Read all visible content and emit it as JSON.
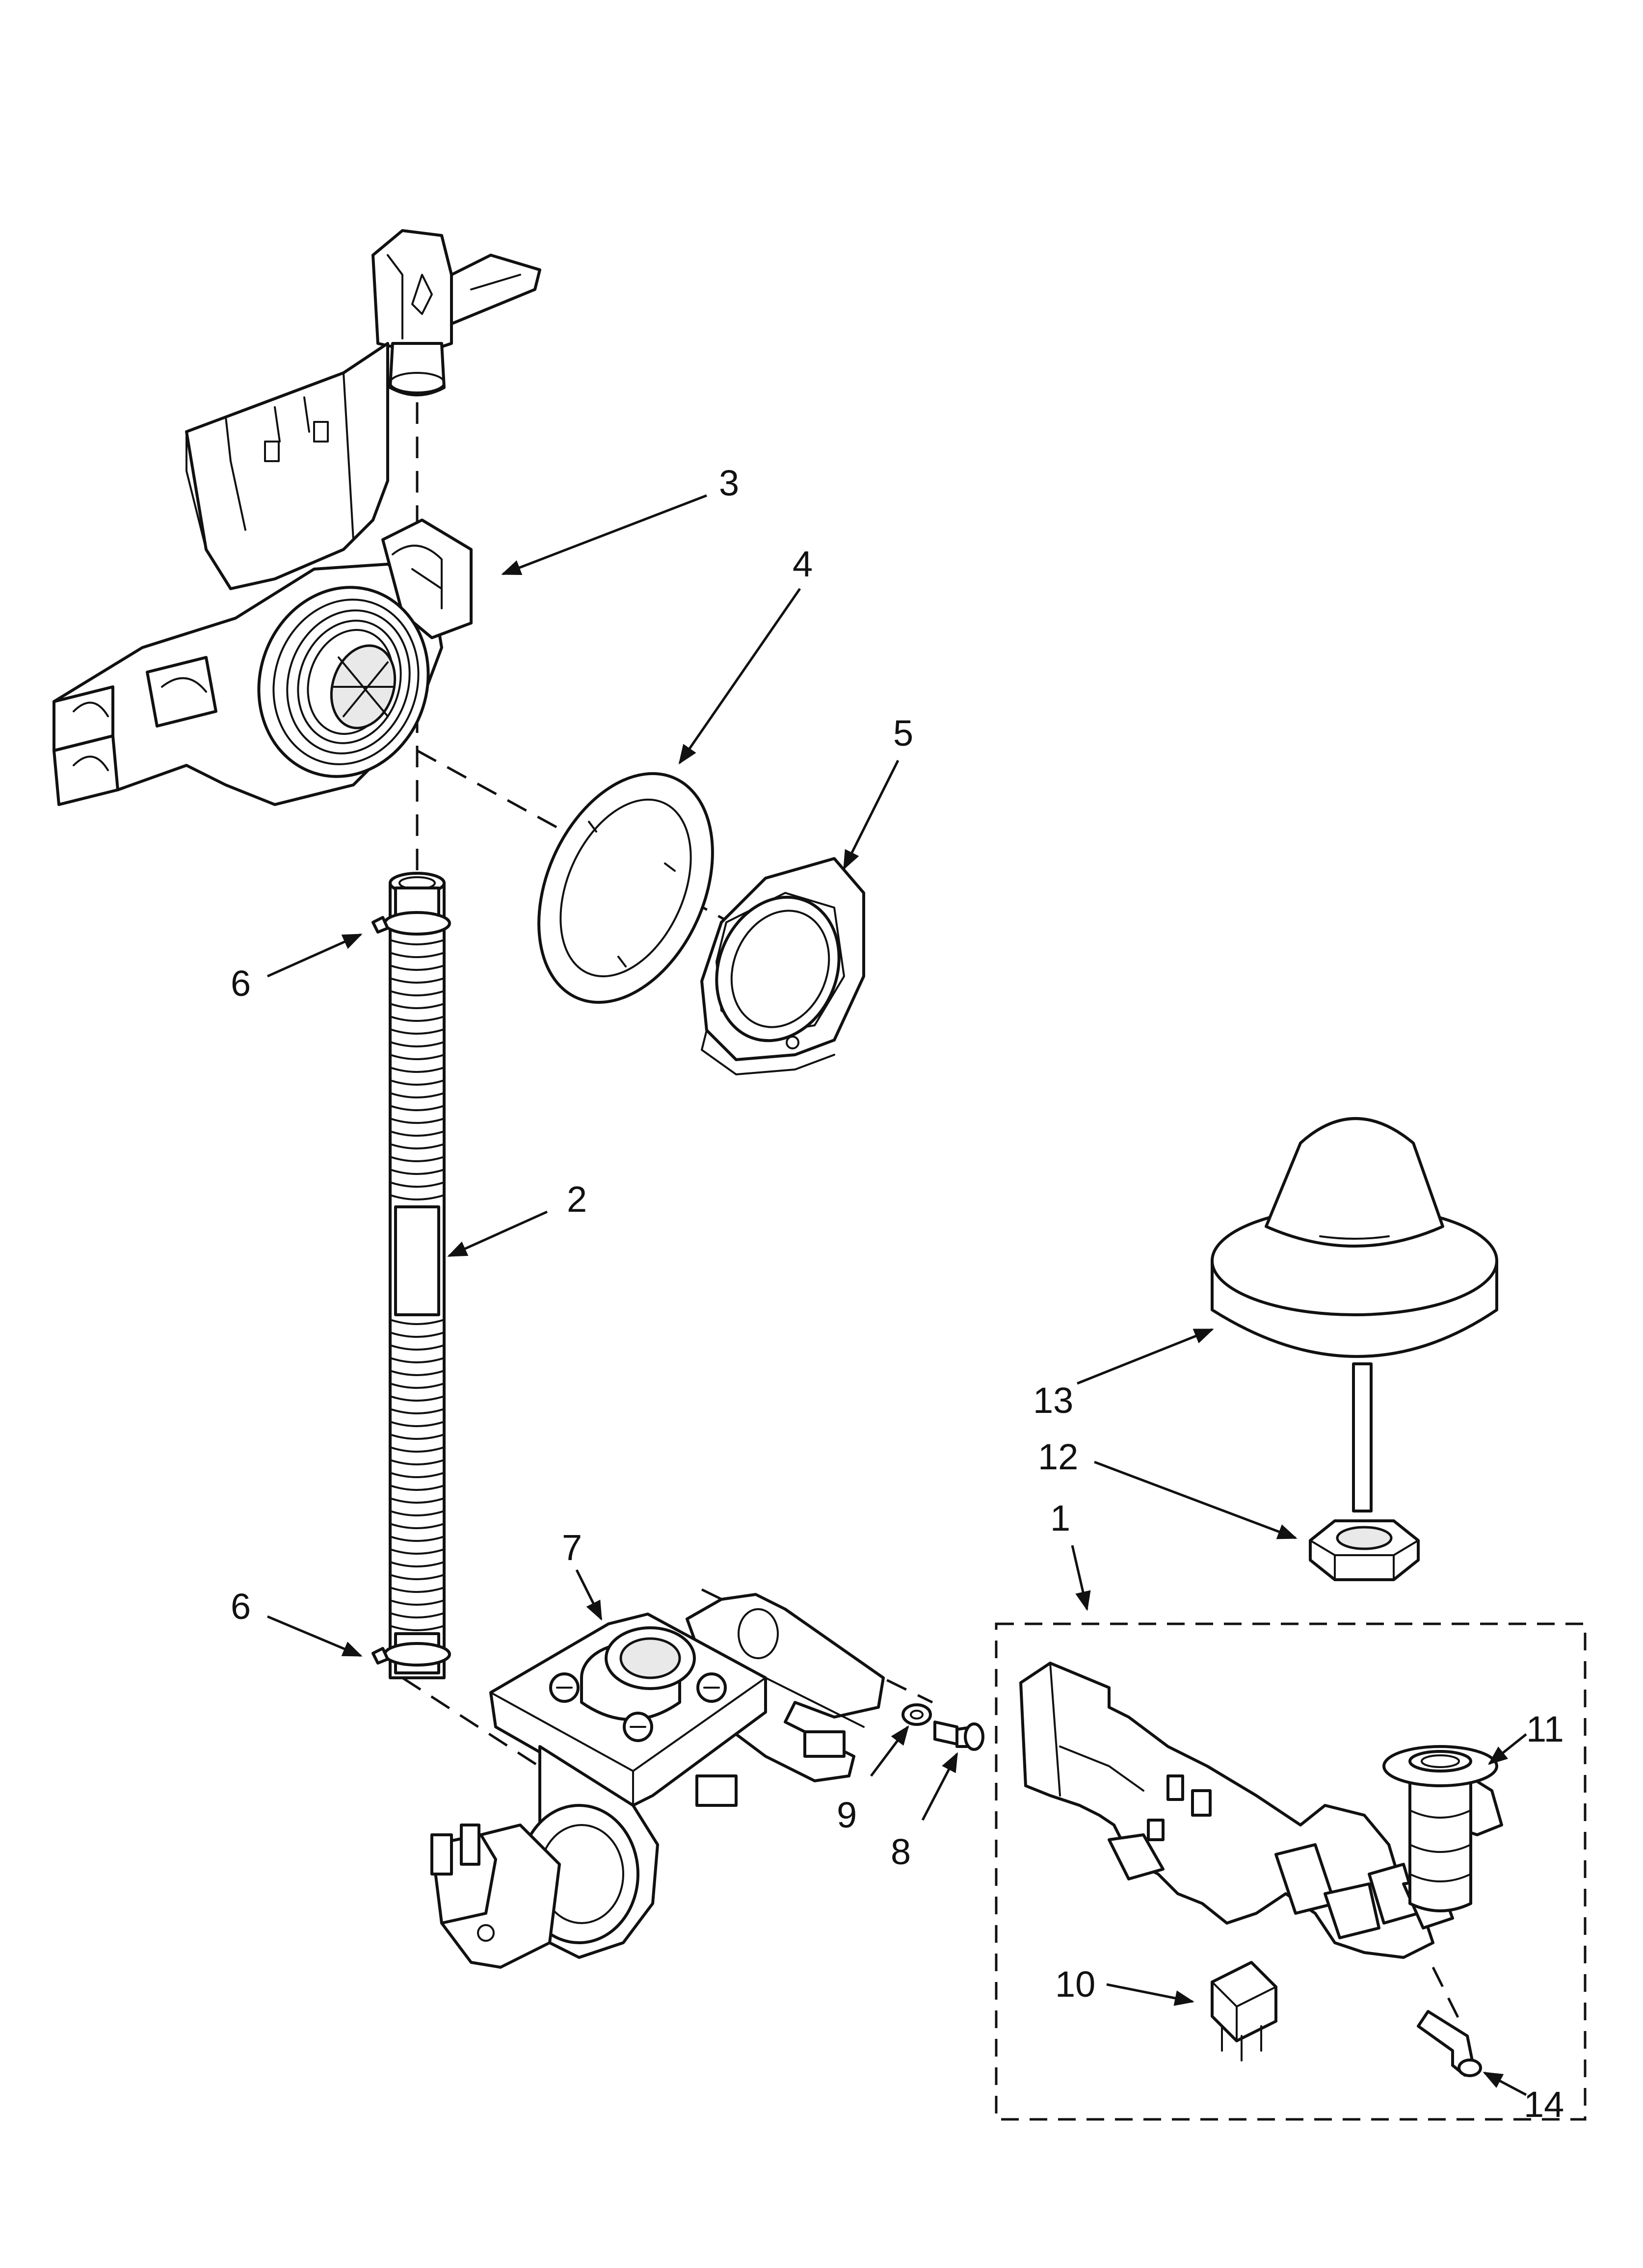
{
  "callouts": {
    "c1": "1",
    "c2": "2",
    "c3": "3",
    "c4": "4",
    "c5": "5",
    "c6a": "6",
    "c6b": "6",
    "c7": "7",
    "c8": "8",
    "c9": "9",
    "c10": "10",
    "c11": "11",
    "c12": "12",
    "c13": "13",
    "c14": "14"
  },
  "style": {
    "line_color": "#111111",
    "background": "#ffffff"
  }
}
